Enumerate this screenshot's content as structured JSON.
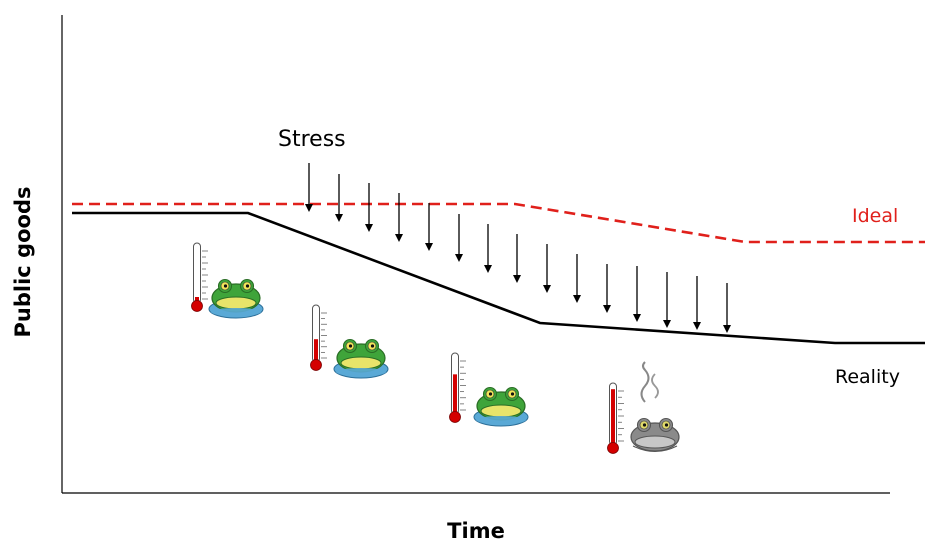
{
  "axes": {
    "ylabel": "Public goods",
    "xlabel": "Time"
  },
  "labels": {
    "stress": "Stress",
    "ideal": "Ideal",
    "reality": "Reality"
  },
  "colors": {
    "ideal": "#e0201b",
    "reality": "#000000",
    "mercury": "#d40000",
    "frog_green": "#3fa43a",
    "frog_grey": "#8a8a8a",
    "water": "#5aa9d6"
  },
  "icons": [
    "thermometer-icon",
    "frog-in-water-icon",
    "steam-icon"
  ],
  "frog_stages": [
    {
      "temperature_level": 0.1,
      "state": "healthy"
    },
    {
      "temperature_level": 0.4,
      "state": "healthy"
    },
    {
      "temperature_level": 0.65,
      "state": "healthy"
    },
    {
      "temperature_level": 0.9,
      "state": "boiled"
    }
  ]
}
